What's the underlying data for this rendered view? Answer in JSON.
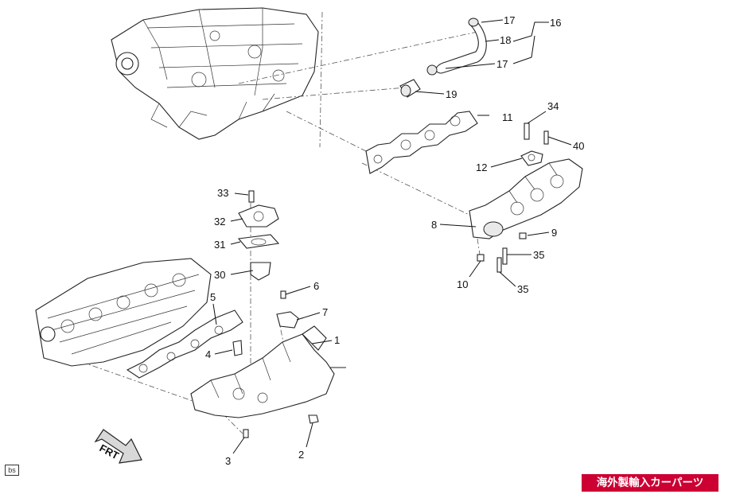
{
  "callouts": {
    "c1": "1",
    "c2": "2",
    "c3": "3",
    "c4": "4",
    "c5": "5",
    "c6": "6",
    "c7": "7",
    "c8": "8",
    "c9": "9",
    "c10": "10",
    "c11": "11",
    "c12": "12",
    "c16": "16",
    "c17a": "17",
    "c17b": "17",
    "c18": "18",
    "c19": "19",
    "c30": "30",
    "c31": "31",
    "c32": "32",
    "c33": "33",
    "c34": "34",
    "c35a": "35",
    "c35b": "35",
    "c40": "40"
  },
  "direction_arrow": {
    "label": "FRT",
    "icon": "front-direction-arrow-icon"
  },
  "doc_ref": "bs",
  "badge": {
    "text": "海外製輸入カーパーツ",
    "color": "#cc0033"
  }
}
